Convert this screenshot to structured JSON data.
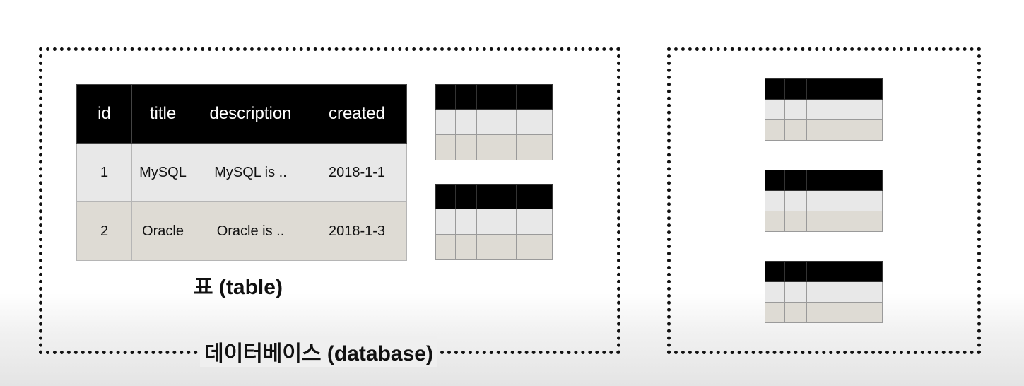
{
  "main_table": {
    "headers": [
      "id",
      "title",
      "description",
      "created"
    ],
    "rows": [
      [
        "1",
        "MySQL",
        "MySQL is ..",
        "2018-1-1"
      ],
      [
        "2",
        "Oracle",
        "Oracle is ..",
        "2018-1-3"
      ]
    ]
  },
  "captions": {
    "table": "표 (table)",
    "database": "데이터베이스 (database)"
  },
  "colors": {
    "header": "#000000",
    "row_odd": "#e8e8e8",
    "row_even": "#dedbd4"
  }
}
